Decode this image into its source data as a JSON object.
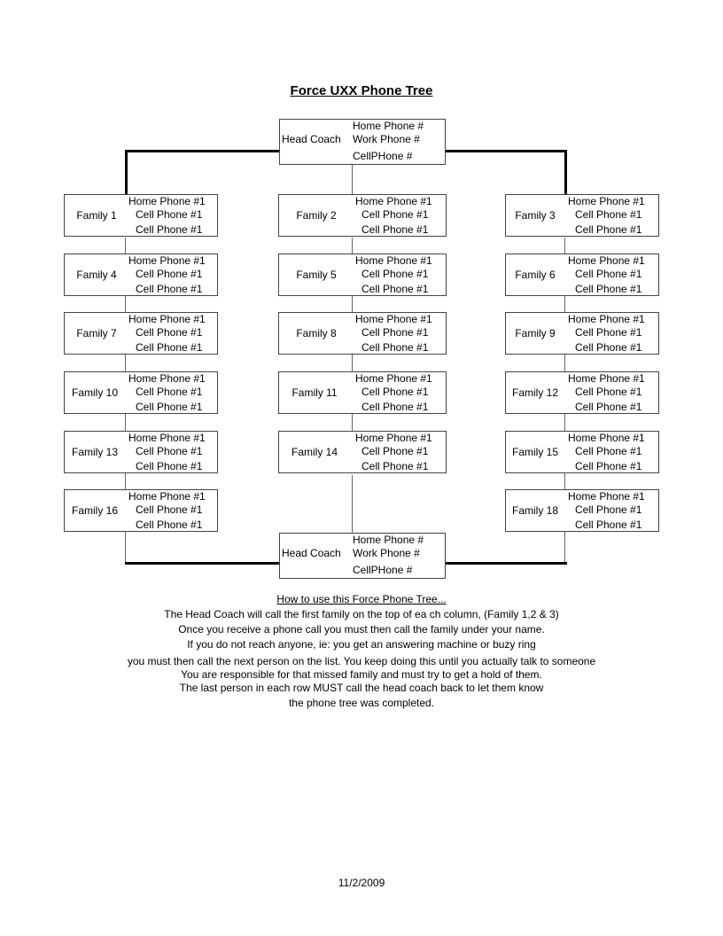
{
  "title": "Force UXX Phone Tree",
  "head_coach": {
    "label": "Head Coach",
    "home": "Home Phone #",
    "work": "Work Phone #",
    "cell": "CellPHone #"
  },
  "families": [
    {
      "name": "Family 1",
      "home": "Home Phone #1",
      "cell1": "Cell Phone #1",
      "cell2": "Cell Phone #1"
    },
    {
      "name": "Family 2",
      "home": "Home Phone #1",
      "cell1": "Cell Phone #1",
      "cell2": "Cell Phone #1"
    },
    {
      "name": "Family 3",
      "home": "Home Phone #1",
      "cell1": "Cell Phone #1",
      "cell2": "Cell Phone #1"
    },
    {
      "name": "Family 4",
      "home": "Home Phone #1",
      "cell1": "Cell Phone #1",
      "cell2": "Cell Phone #1"
    },
    {
      "name": "Family 5",
      "home": "Home Phone #1",
      "cell1": "Cell Phone #1",
      "cell2": "Cell Phone #1"
    },
    {
      "name": "Family 6",
      "home": "Home Phone #1",
      "cell1": "Cell Phone #1",
      "cell2": "Cell Phone #1"
    },
    {
      "name": "Family 7",
      "home": "Home Phone #1",
      "cell1": "Cell Phone #1",
      "cell2": "Cell Phone #1"
    },
    {
      "name": "Family 8",
      "home": "Home Phone #1",
      "cell1": "Cell Phone #1",
      "cell2": "Cell Phone #1"
    },
    {
      "name": "Family 9",
      "home": "Home Phone #1",
      "cell1": "Cell Phone #1",
      "cell2": "Cell Phone #1"
    },
    {
      "name": "Family 10",
      "home": "Home Phone #1",
      "cell1": "Cell Phone #1",
      "cell2": "Cell Phone #1"
    },
    {
      "name": "Family 11",
      "home": "Home Phone #1",
      "cell1": "Cell Phone #1",
      "cell2": "Cell Phone #1"
    },
    {
      "name": "Family 12",
      "home": "Home Phone #1",
      "cell1": "Cell Phone #1",
      "cell2": "Cell Phone #1"
    },
    {
      "name": "Family 13",
      "home": "Home Phone #1",
      "cell1": "Cell Phone #1",
      "cell2": "Cell Phone #1"
    },
    {
      "name": "Family 14",
      "home": "Home Phone #1",
      "cell1": "Cell Phone #1",
      "cell2": "Cell Phone #1"
    },
    {
      "name": "Family 15",
      "home": "Home Phone #1",
      "cell1": "Cell Phone #1",
      "cell2": "Cell Phone #1"
    },
    {
      "name": "Family 16",
      "home": "Home Phone #1",
      "cell1": "Cell Phone #1",
      "cell2": "Cell Phone #1"
    },
    {
      "name": "Family 18",
      "home": "Home Phone #1",
      "cell1": "Cell Phone #1",
      "cell2": "Cell Phone #1"
    }
  ],
  "instructions": {
    "heading": "How to use this Force Phone Tree...",
    "lines": [
      "The Head Coach will call the first family on the top of ea  ch column, (Family 1,2 & 3)",
      "Once you receive a phone call you must then call the family under your name.",
      "If you do not reach anyone, ie: you get an answering machine or buzy ring",
      "you must then call the next person on the list. You keep doing this  until you actually talk to someone",
      "You are responsible for that missed family and must try to get a hold of them.",
      "The last person in each row MUST call the head coach back to let them know",
      "the phone tree was completed."
    ]
  },
  "date": "11/2/2009"
}
